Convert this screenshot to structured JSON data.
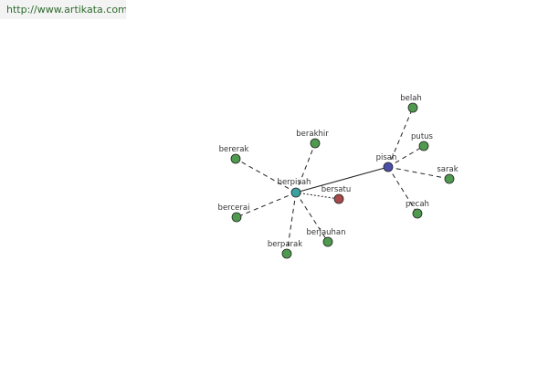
{
  "watermark": {
    "url": "http://www.artikata.com"
  },
  "graph": {
    "colors": {
      "hub_primary": "#3aa3a0",
      "hub_secondary": "#4a4ea8",
      "antonym": "#a84a4a",
      "leaf": "#4f9a4f"
    },
    "nodes": [
      {
        "id": "berpisah",
        "label": "berpisah",
        "kind": "hub_primary"
      },
      {
        "id": "pisah",
        "label": "pisah",
        "kind": "hub_secondary"
      },
      {
        "id": "bersatu",
        "label": "bersatu",
        "kind": "antonym"
      },
      {
        "id": "bererak",
        "label": "bererak",
        "kind": "leaf"
      },
      {
        "id": "berakhir",
        "label": "berakhir",
        "kind": "leaf"
      },
      {
        "id": "bercerai",
        "label": "bercerai",
        "kind": "leaf"
      },
      {
        "id": "berparak",
        "label": "berparak",
        "kind": "leaf"
      },
      {
        "id": "berjauhan",
        "label": "berjauhan",
        "kind": "leaf"
      },
      {
        "id": "belah",
        "label": "belah",
        "kind": "leaf"
      },
      {
        "id": "putus",
        "label": "putus",
        "kind": "leaf"
      },
      {
        "id": "sarak",
        "label": "sarak",
        "kind": "leaf"
      },
      {
        "id": "pecah",
        "label": "pecah",
        "kind": "leaf"
      }
    ],
    "edges": [
      {
        "from": "berpisah",
        "to": "pisah",
        "style": "solid"
      },
      {
        "from": "berpisah",
        "to": "bersatu",
        "style": "dotted"
      },
      {
        "from": "berpisah",
        "to": "bererak",
        "style": "dashed"
      },
      {
        "from": "berpisah",
        "to": "berakhir",
        "style": "dashed"
      },
      {
        "from": "berpisah",
        "to": "bercerai",
        "style": "dashed"
      },
      {
        "from": "berpisah",
        "to": "berparak",
        "style": "dashed"
      },
      {
        "from": "berpisah",
        "to": "berjauhan",
        "style": "dashed"
      },
      {
        "from": "pisah",
        "to": "belah",
        "style": "dashed"
      },
      {
        "from": "pisah",
        "to": "putus",
        "style": "dashed"
      },
      {
        "from": "pisah",
        "to": "sarak",
        "style": "dashed"
      },
      {
        "from": "pisah",
        "to": "pecah",
        "style": "dashed"
      }
    ]
  }
}
